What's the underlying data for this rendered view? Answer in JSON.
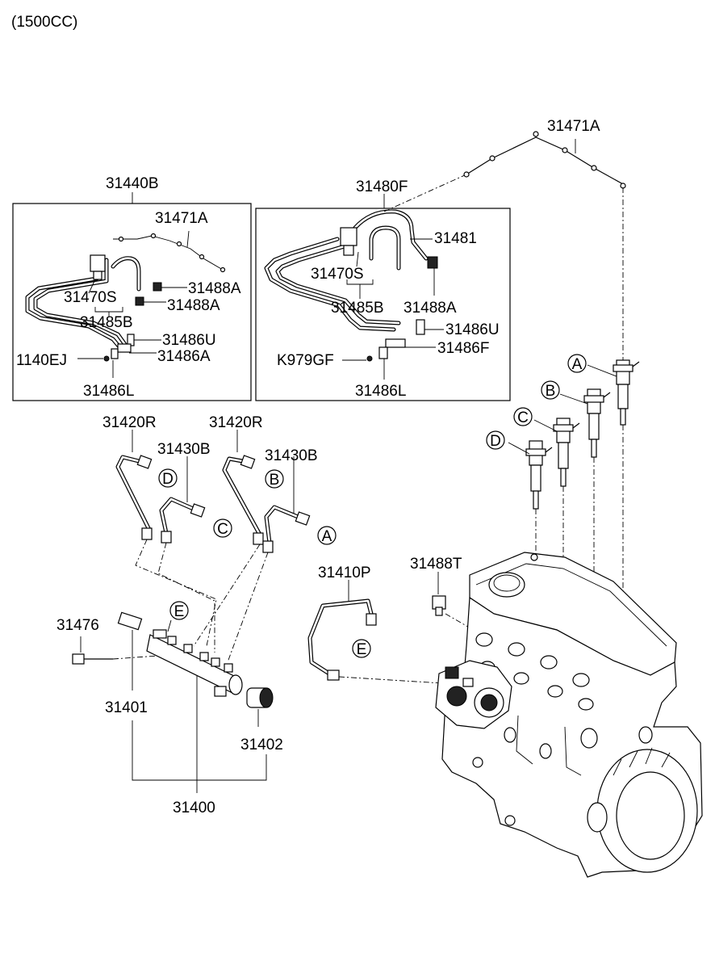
{
  "header": {
    "engine": "(1500CC)"
  },
  "boxes": {
    "left": {
      "title": "31440B"
    },
    "right": {
      "title": "31480F"
    }
  },
  "labels": {
    "top_return_hose": "31471A",
    "left_return_hose": "31471A",
    "left_valve": "31470S",
    "left_clip1": "31488A",
    "left_clip2": "31488A",
    "left_hose": "31485B",
    "left_bracket_u": "31486U",
    "left_bracket_a": "31486A",
    "left_bolt": "1140EJ",
    "left_bracket_l": "31486L",
    "right_hose": "31481",
    "right_valve": "31470S",
    "right_hose_b": "31485B",
    "right_clip": "31488A",
    "right_bracket_u": "31486U",
    "right_bracket_f": "31486F",
    "right_bolt": "K979GF",
    "right_bracket_l": "31486L",
    "pipe1": "31420R",
    "pipe2": "31420R",
    "pipe3": "31430B",
    "pipe4": "31430B",
    "high_pressure_pipe": "31410P",
    "sensor_bracket": "31488T",
    "pressure_sensor": "31476",
    "rail": "31401",
    "regulator": "31402",
    "rail_assembly": "31400"
  },
  "callouts": {
    "a": "A",
    "b": "B",
    "c": "C",
    "d": "D",
    "e": "E"
  }
}
